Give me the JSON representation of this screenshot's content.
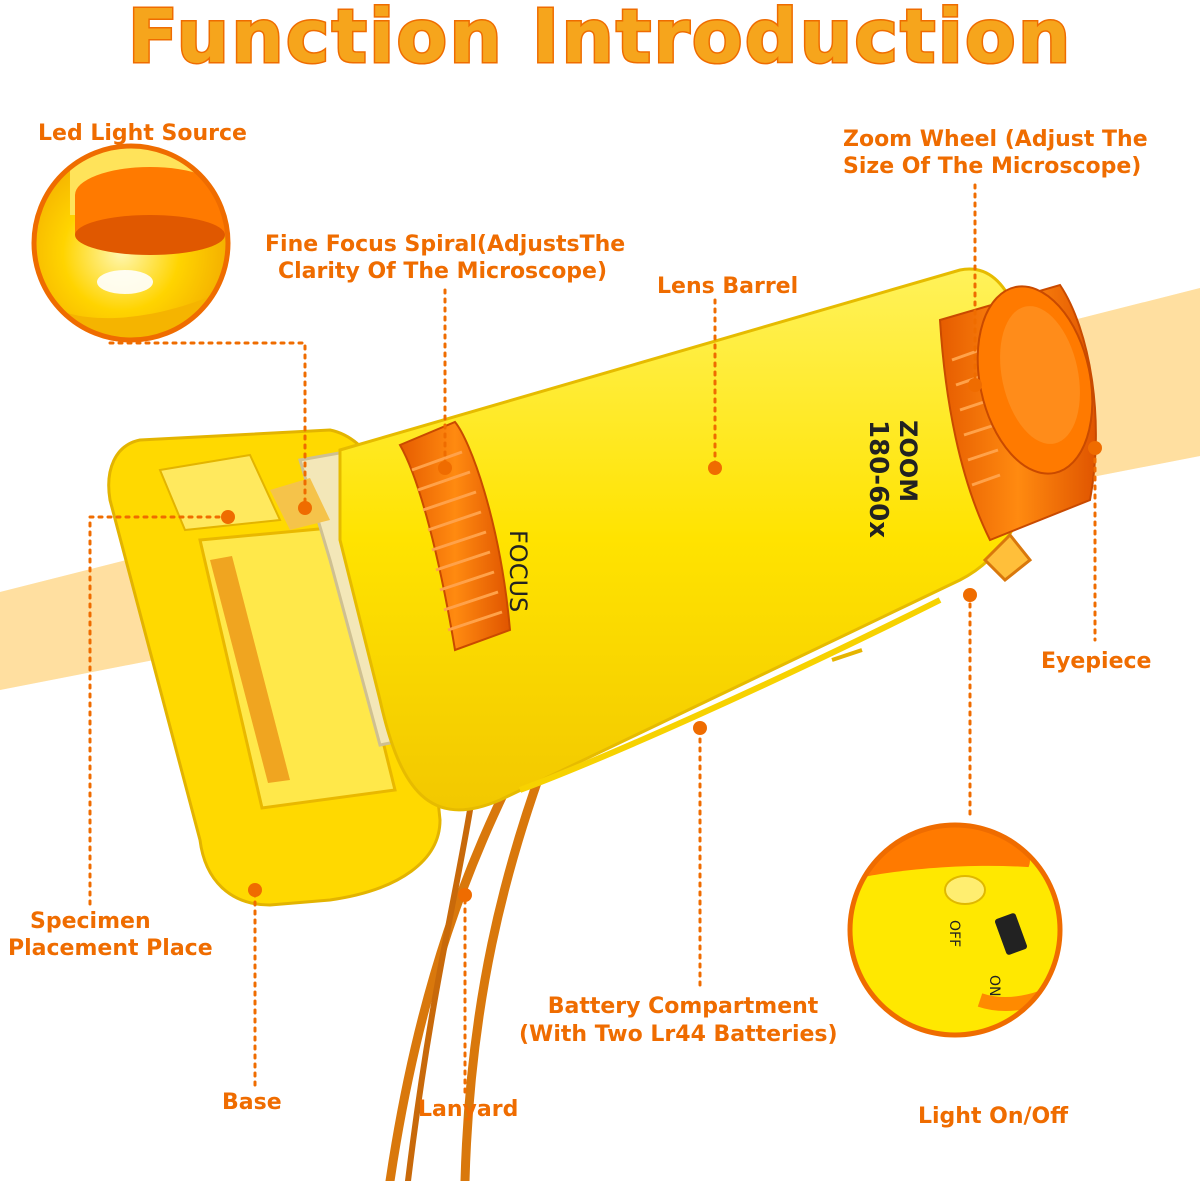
{
  "title": "Function Introduction",
  "labels": {
    "led": "Led Light Source",
    "fine_focus_1": "Fine Focus Spiral(AdjustsThe",
    "fine_focus_2": "Clarity Of The Microscope)",
    "lens_barrel": "Lens Barrel",
    "zoom_1": "Zoom Wheel (Adjust The",
    "zoom_2": "Size Of The Microscope)",
    "eyepiece": "Eyepiece",
    "specimen_1": "Specimen",
    "specimen_2": "Placement Place",
    "battery_1": "Battery Compartment",
    "battery_2": "(With Two Lr44 Batteries)",
    "base": "Base",
    "lanyard": "Lanyard",
    "light": "Light On/Off"
  },
  "device_text": {
    "focus": "FOCUS",
    "zoom": "ZOOM",
    "magnification": "180-60x",
    "switch_off": "OFF",
    "switch_on": "ON"
  },
  "colors": {
    "accent": "#ef6c00",
    "title_fill": "#f6a51c",
    "body_yellow": "#ffe200",
    "band": "#ffe5b0",
    "dial_orange": "#ff7a00"
  }
}
